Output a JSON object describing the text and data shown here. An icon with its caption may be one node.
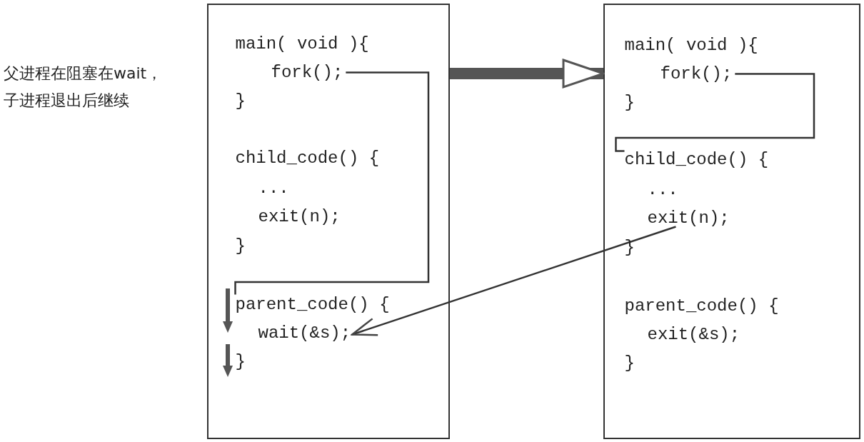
{
  "diagram": {
    "nodes": [
      {
        "text": [],
        "shape": "box"
      },
      {
        "text": [
          "main( void ){"
        ],
        "in": 0
      },
      {
        "text": [
          "fork();"
        ],
        "in": 0
      },
      {
        "text": [
          "}"
        ],
        "in": 0
      },
      {
        "text": [
          "child_code() {"
        ],
        "in": 0
      },
      {
        "text": [
          "..."
        ],
        "in": 0
      },
      {
        "text": [
          "exit(n);"
        ],
        "in": 0
      },
      {
        "text": [
          "}"
        ],
        "in": 0
      },
      {
        "text": [
          "parent_code() {"
        ],
        "in": 0
      },
      {
        "text": [
          "wait(&s);"
        ],
        "in": 0
      },
      {
        "text": [
          "}"
        ],
        "in": 0
      },
      {
        "text": [],
        "shape": "box"
      },
      {
        "text": [
          "main( void ){"
        ],
        "in": 11
      },
      {
        "text": [
          "fork();"
        ],
        "in": 11
      },
      {
        "text": [
          "}"
        ],
        "in": 11
      },
      {
        "text": [
          "child_code() {"
        ],
        "in": 11
      },
      {
        "text": [
          "..."
        ],
        "in": 11
      },
      {
        "text": [
          "exit(n);"
        ],
        "in": 11
      },
      {
        "text": [
          "}"
        ],
        "in": 11
      },
      {
        "text": [
          "parent_code() {"
        ],
        "in": 11
      },
      {
        "text": [
          "exit(&s);"
        ],
        "in": 11
      },
      {
        "text": [
          "}"
        ],
        "in": 11
      }
    ],
    "edges": [
      {
        "from": 0,
        "to": 11,
        "arrow": "to",
        "style": "thick"
      },
      {
        "from": 17,
        "to": 9,
        "arrow": "to"
      },
      {
        "from": 2,
        "to": 8,
        "arrow": "none"
      },
      {
        "from": 13,
        "to": 15,
        "arrow": "none"
      }
    ],
    "labels": [
      "父进程在阻塞在wait，子进程退出后继续"
    ]
  }
}
